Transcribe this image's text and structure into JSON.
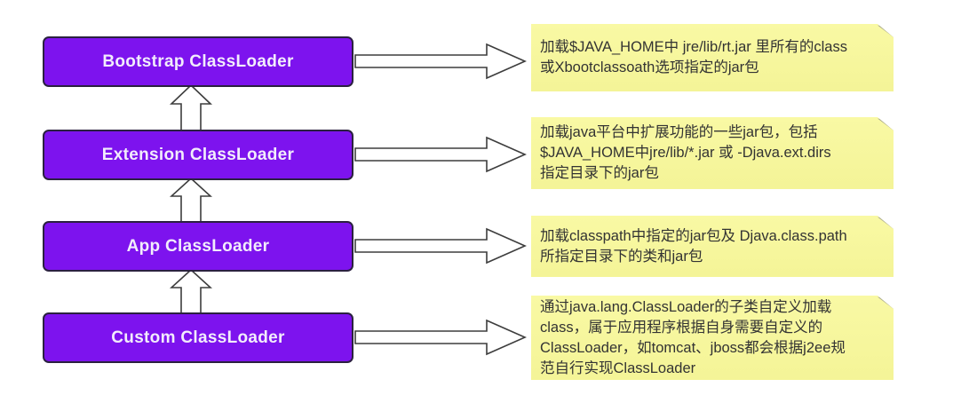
{
  "diagram": {
    "loaders": [
      {
        "label": "Bootstrap ClassLoader",
        "note": "加载$JAVA_HOME中 jre/lib/rt.jar 里所有的class\n或Xbootclassoath选项指定的jar包"
      },
      {
        "label": "Extension ClassLoader",
        "note": "加载java平台中扩展功能的一些jar包，包括\n$JAVA_HOME中jre/lib/*.jar 或 -Djava.ext.dirs\n指定目录下的jar包"
      },
      {
        "label": "App ClassLoader",
        "note": "加载classpath中指定的jar包及 Djava.class.path\n所指定目录下的类和jar包"
      },
      {
        "label": "Custom ClassLoader",
        "note": "通过java.lang.ClassLoader的子类自定义加载\nclass，属于应用程序根据自身需要自定义的\nClassLoader，如tomcat、jboss都会根据j2ee规\n范自行实现ClassLoader"
      }
    ],
    "icons": {
      "up_arrow": "hollow-up-block-arrow",
      "right_arrow": "hollow-right-block-arrow",
      "note_fold": "folded-corner"
    }
  },
  "colors": {
    "background": "#ffffff",
    "box_fill": "#7d13ee",
    "box_border": "#2b2140",
    "box_text": "#f2ecfc",
    "note_fill": "#f9f9a4",
    "note_fold": "#a8a88f",
    "note_text": "#333333",
    "arrow_fill": "#ffffff",
    "arrow_stroke": "#3d3d3d"
  }
}
